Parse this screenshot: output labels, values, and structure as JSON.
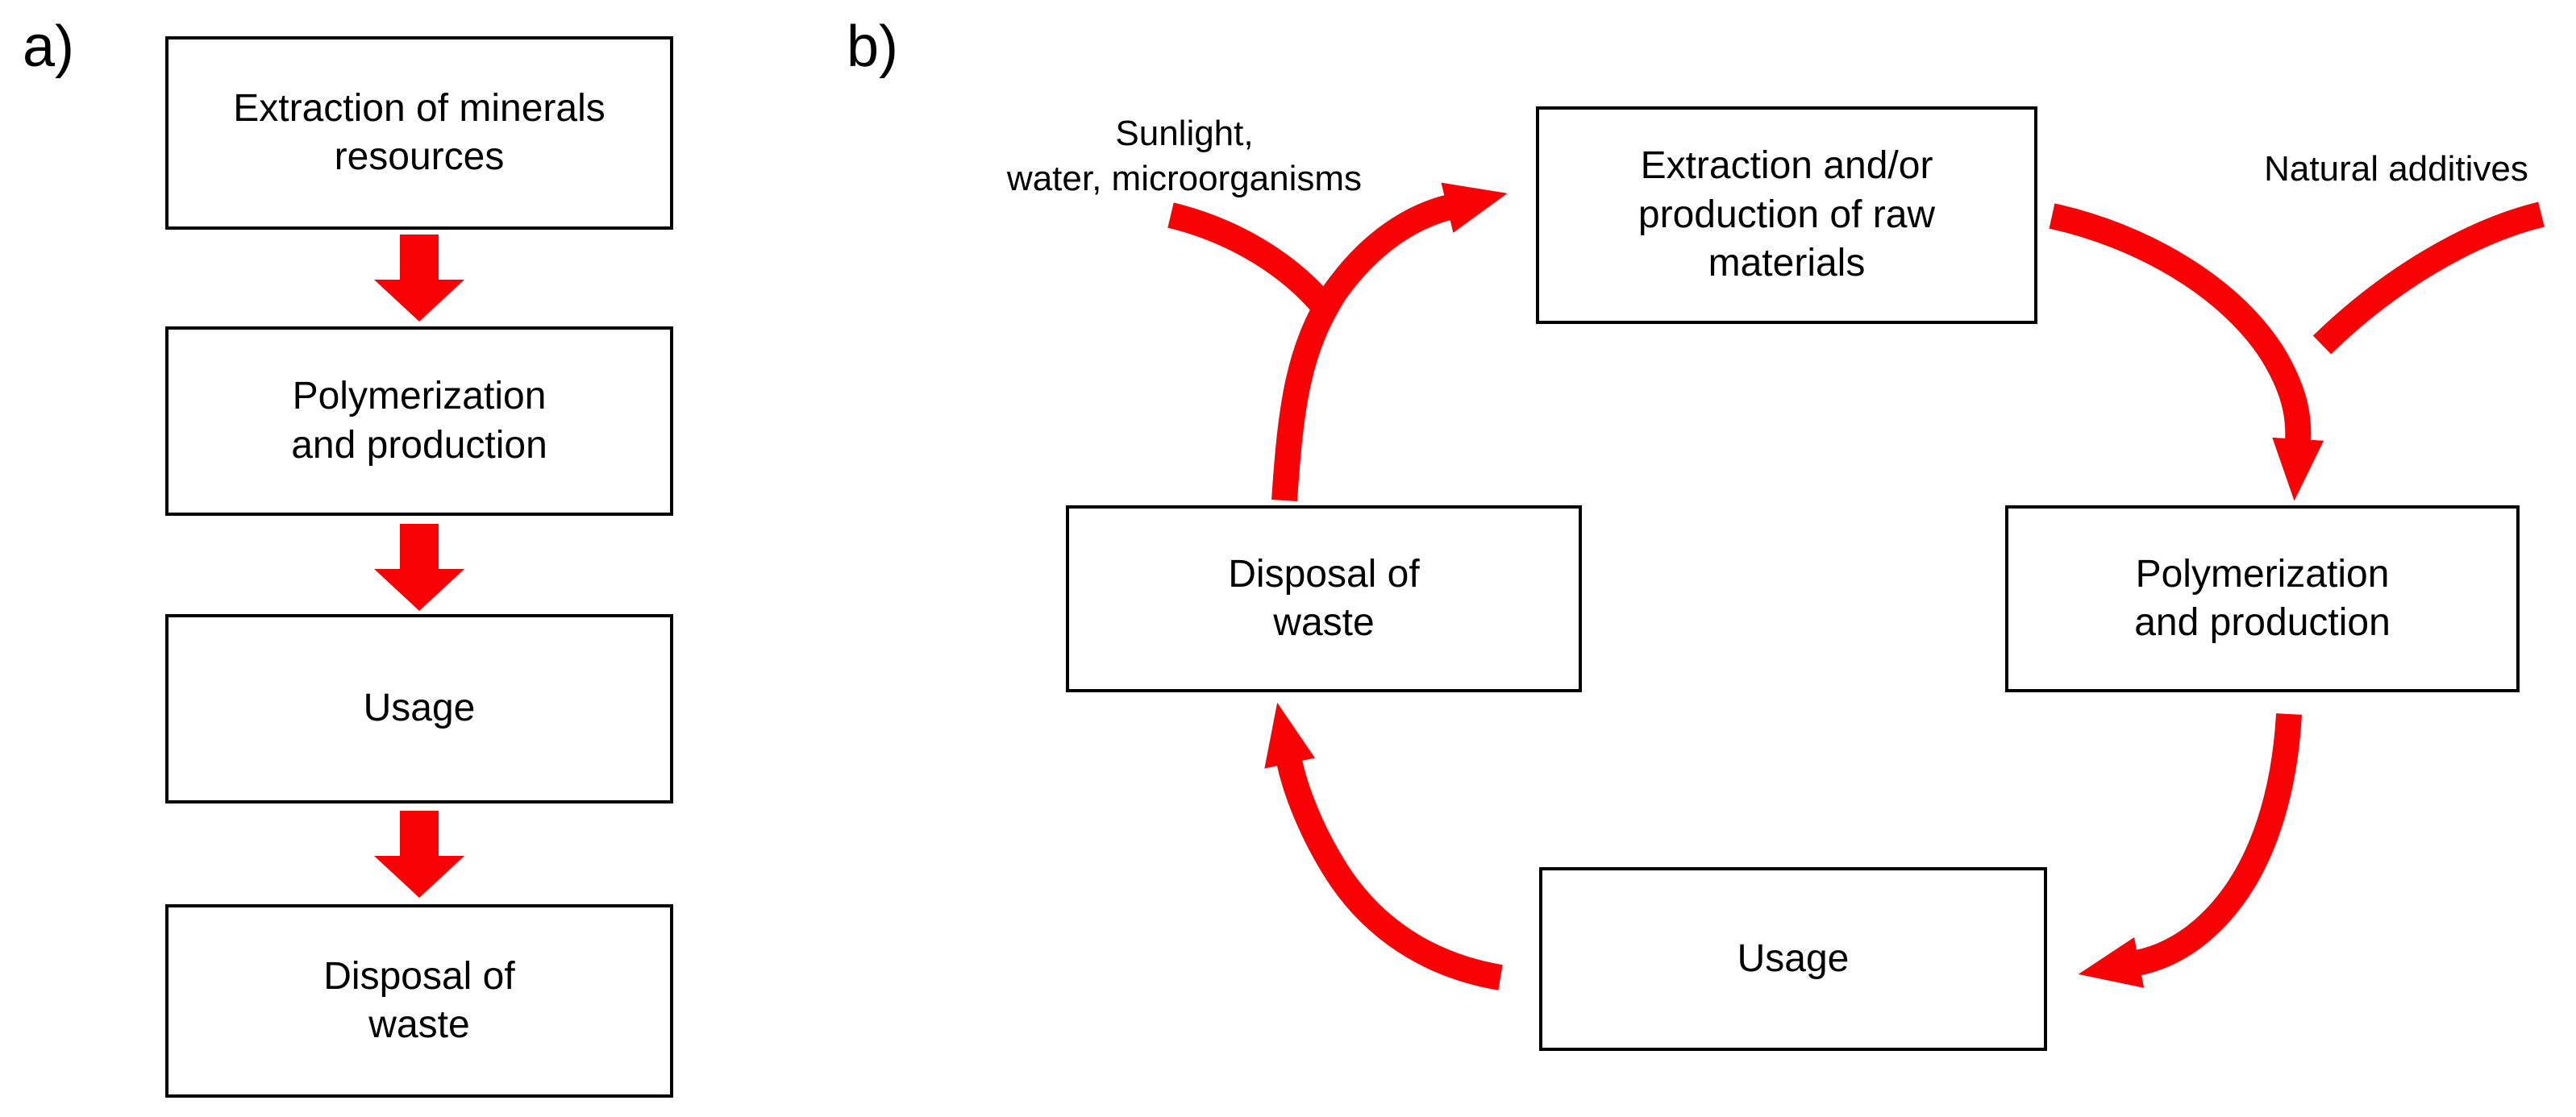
{
  "colors": {
    "arrow_red": "#f90205",
    "box_border": "#000000",
    "text": "#000000",
    "background": "#ffffff"
  },
  "panel_a": {
    "label": "a)",
    "boxes": [
      {
        "label": "Extraction of minerals\nresources"
      },
      {
        "label": "Polymerization\nand production"
      },
      {
        "label": "Usage"
      },
      {
        "label": "Disposal of\nwaste"
      }
    ]
  },
  "panel_b": {
    "label": "b)",
    "boxes": [
      {
        "label": "Extraction and/or\nproduction of raw\nmaterials"
      },
      {
        "label": "Polymerization\nand production"
      },
      {
        "label": "Usage"
      },
      {
        "label": "Disposal of\nwaste"
      }
    ],
    "annotations": {
      "inputs_left": "Sunlight,\nwater, microorganisms",
      "inputs_right": "Natural additives"
    }
  }
}
